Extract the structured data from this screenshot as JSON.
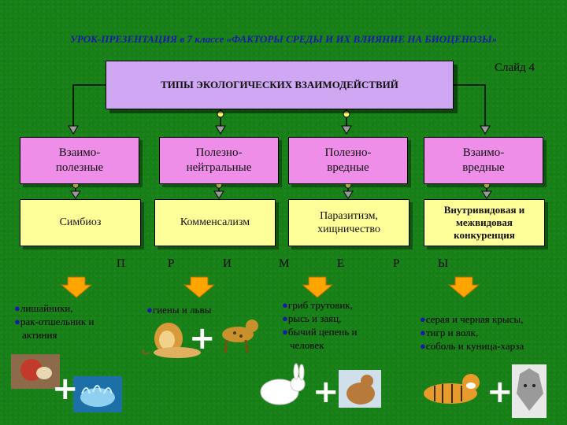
{
  "header": "УРОК-ПРЕЗЕНТАЦИЯ в 7 классе «ФАКТОРЫ СРЕДЫ И ИХ ВЛИЯНИЕ НА БИОЦЕНОЗЫ»",
  "slide": "Слайд 4",
  "main_title": "ТИПЫ ЭКОЛОГИЧЕСКИХ ВЗАИМОДЕЙСТВИЙ",
  "categories": [
    {
      "line1": "Взаимо-",
      "line2": "полезные"
    },
    {
      "line1": "Полезно-",
      "line2": "нейтральные"
    },
    {
      "line1": "Полезно-",
      "line2": "вредные"
    },
    {
      "line1": "Взаимо-",
      "line2": "вредные"
    }
  ],
  "types": [
    {
      "line1": "Симбиоз",
      "line2": ""
    },
    {
      "line1": "Комменсализм",
      "line2": ""
    },
    {
      "line1": "Паразитизм,",
      "line2": "хищничество"
    },
    {
      "line1": "Внутривидовая и",
      "line2": "межвидовая",
      "line3": "конкуренция"
    }
  ],
  "examples_word": [
    "П",
    "Р",
    "И",
    "М",
    "Е",
    "Р",
    "Ы"
  ],
  "examples": [
    [
      "лишайники,",
      "рак-отшельник и",
      "актиния"
    ],
    [
      "гиены и львы"
    ],
    [
      "гриб трутовик,",
      "рысь и заяц,",
      "бычий цепень и",
      "человек"
    ],
    [
      "серая и черная крысы,",
      "тигр и волк,",
      "соболь и куница-харза"
    ]
  ],
  "colors": {
    "background": "#178017",
    "header_text": "#1a1aa8",
    "main_box": "#cfa7f2",
    "category_box": "#ee8ee8",
    "type_box": "#ffff99",
    "arrow": "#ffa500"
  }
}
